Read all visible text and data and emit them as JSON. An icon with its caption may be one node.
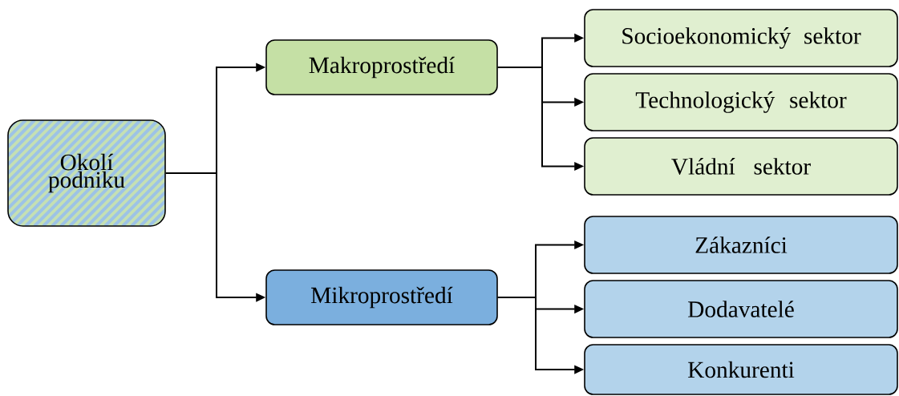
{
  "diagram": {
    "nodes": [
      {
        "text": [
          "Okolí podniku"
        ]
      },
      {
        "text": [
          "Makroprostředí"
        ]
      },
      {
        "text": [
          "Mikroprostředí"
        ]
      },
      {
        "text": [
          "Socioekonomický sektor"
        ]
      },
      {
        "text": [
          "Technologický sektor"
        ]
      },
      {
        "text": [
          "Vládní sektor"
        ]
      },
      {
        "text": [
          "Zákazníci"
        ]
      },
      {
        "text": [
          "Dodavatelé"
        ]
      },
      {
        "text": [
          "Konkurenti"
        ]
      }
    ],
    "edges": [
      {
        "from": 0,
        "to": 1,
        "arrow": "to"
      },
      {
        "from": 0,
        "to": 2,
        "arrow": "to"
      },
      {
        "from": 1,
        "to": 3,
        "arrow": "to"
      },
      {
        "from": 1,
        "to": 4,
        "arrow": "to"
      },
      {
        "from": 1,
        "to": 5,
        "arrow": "to"
      },
      {
        "from": 2,
        "to": 6,
        "arrow": "to"
      },
      {
        "from": 2,
        "to": 7,
        "arrow": "to"
      },
      {
        "from": 2,
        "to": 8,
        "arrow": "to"
      }
    ]
  }
}
